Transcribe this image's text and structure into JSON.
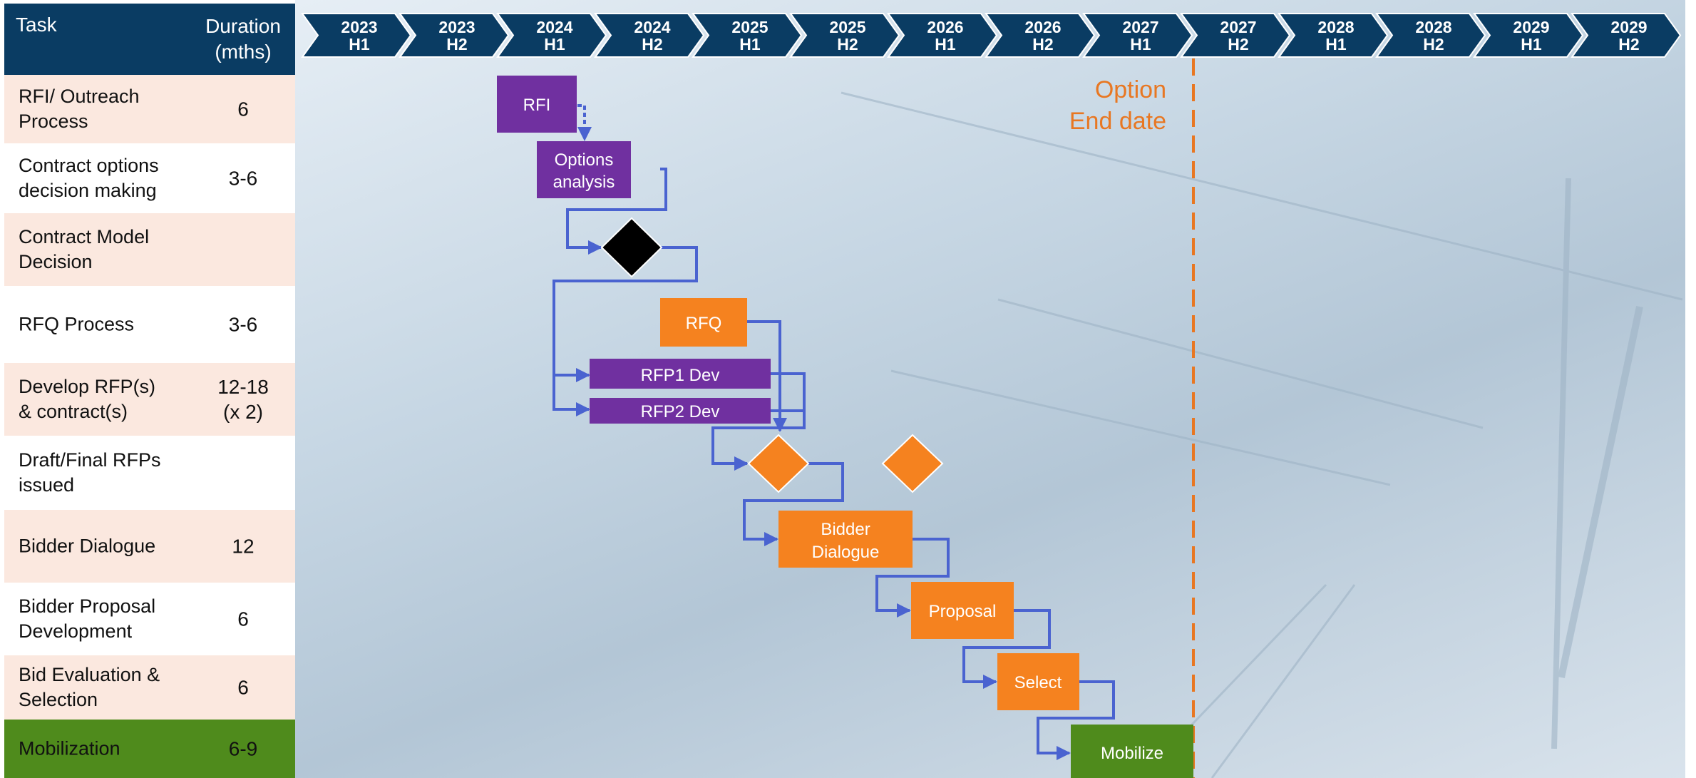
{
  "table": {
    "header_task": "Task",
    "header_duration_1": "Duration",
    "header_duration_2": "(mths)",
    "rows": [
      {
        "task_1": "RFI/ Outreach",
        "task_2": "Process",
        "duration_1": "6",
        "duration_2": ""
      },
      {
        "task_1": "Contract options",
        "task_2": "decision making",
        "duration_1": "3-6",
        "duration_2": ""
      },
      {
        "task_1": "Contract Model",
        "task_2": "Decision",
        "duration_1": "",
        "duration_2": ""
      },
      {
        "task_1": "RFQ Process",
        "task_2": "",
        "duration_1": "3-6",
        "duration_2": ""
      },
      {
        "task_1": "Develop RFP(s)",
        "task_2": "& contract(s)",
        "duration_1": "12-18",
        "duration_2": "(x 2)"
      },
      {
        "task_1": "Draft/Final RFPs",
        "task_2": "issued",
        "duration_1": "",
        "duration_2": ""
      },
      {
        "task_1": "Bidder Dialogue",
        "task_2": "",
        "duration_1": "12",
        "duration_2": ""
      },
      {
        "task_1": "Bidder Proposal",
        "task_2": "Development",
        "duration_1": "6",
        "duration_2": ""
      },
      {
        "task_1": "Bid Evaluation &",
        "task_2": "Selection",
        "duration_1": "6",
        "duration_2": ""
      },
      {
        "task_1": "Mobilization",
        "task_2": "",
        "duration_1": "6-9",
        "duration_2": ""
      }
    ]
  },
  "timeline": {
    "periods": [
      {
        "year": "2023",
        "half": "H1"
      },
      {
        "year": "2023",
        "half": "H2"
      },
      {
        "year": "2024",
        "half": "H1"
      },
      {
        "year": "2024",
        "half": "H2"
      },
      {
        "year": "2025",
        "half": "H1"
      },
      {
        "year": "2025",
        "half": "H2"
      },
      {
        "year": "2026",
        "half": "H1"
      },
      {
        "year": "2026",
        "half": "H2"
      },
      {
        "year": "2027",
        "half": "H1"
      },
      {
        "year": "2027",
        "half": "H2"
      },
      {
        "year": "2028",
        "half": "H1"
      },
      {
        "year": "2028",
        "half": "H2"
      },
      {
        "year": "2029",
        "half": "H1"
      },
      {
        "year": "2029",
        "half": "H2"
      }
    ]
  },
  "boxes": {
    "rfi": "RFI",
    "options_1": "Options",
    "options_2": "analysis",
    "rfq": "RFQ",
    "rfp1": "RFP1 Dev",
    "rfp2": "RFP2 Dev",
    "bidder_1": "Bidder",
    "bidder_2": "Dialogue",
    "proposal": "Proposal",
    "select": "Select",
    "mobilize": "Mobilize"
  },
  "option_end": {
    "line1": "Option",
    "line2": "End date"
  },
  "colors": {
    "navy": "#0a3c63",
    "purple": "#7030a0",
    "orange": "#f5821f",
    "green": "#4f8b1c",
    "connector": "#4a63d0",
    "dashed": "#e87722",
    "pink_row": "#fbe8df"
  }
}
